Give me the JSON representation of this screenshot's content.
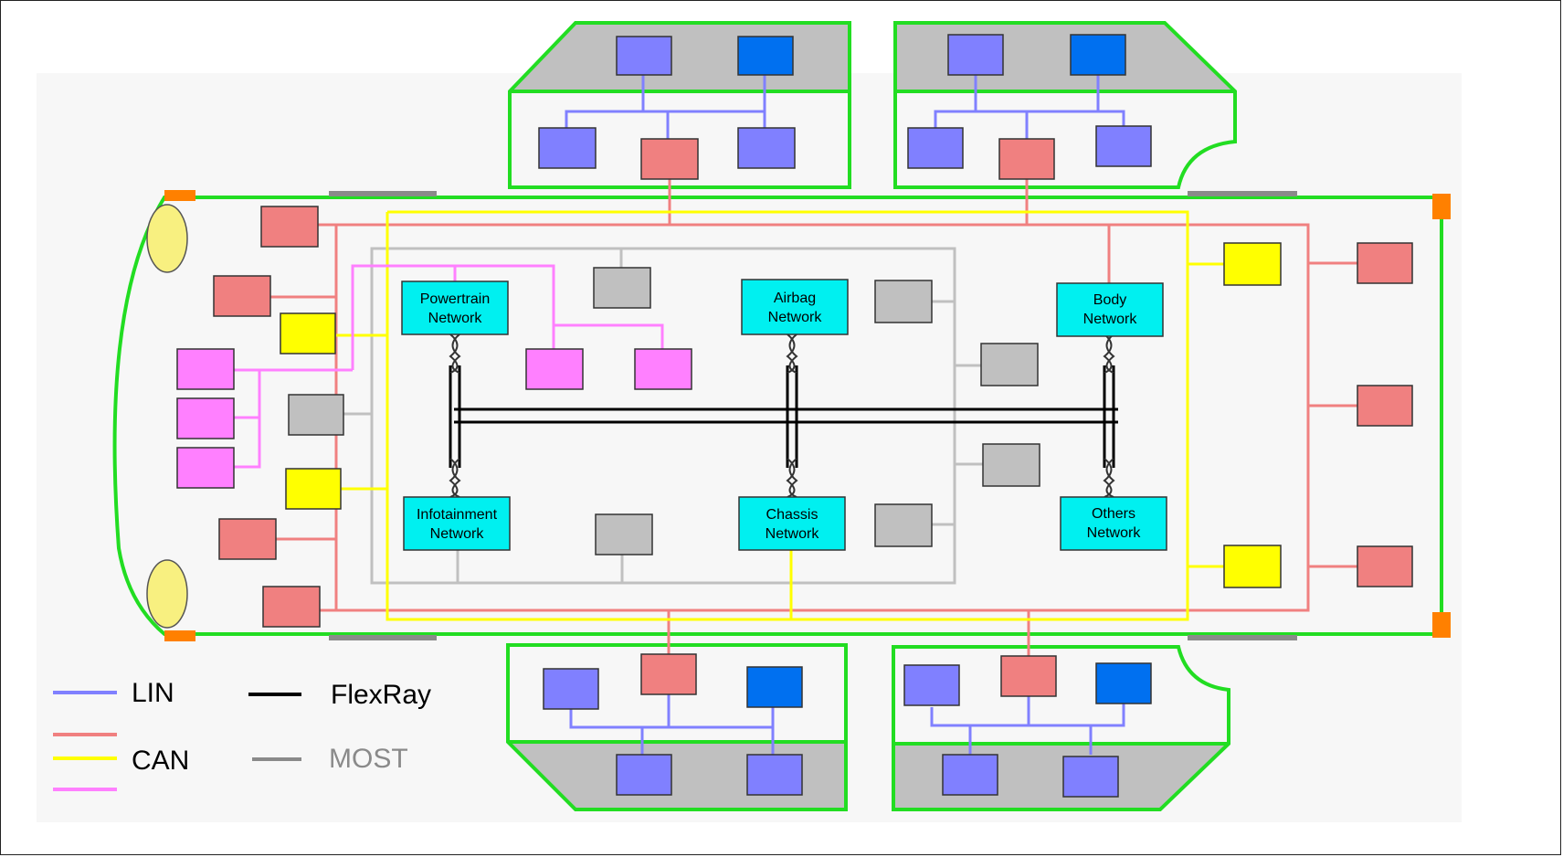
{
  "networks": {
    "powertrain": [
      "Powertrain",
      "Network"
    ],
    "airbag": [
      "Airbag",
      "Network"
    ],
    "body": [
      "Body",
      "Network"
    ],
    "infotainment": [
      "Infotainment",
      "Network"
    ],
    "chassis": [
      "Chassis",
      "Network"
    ],
    "others": [
      "Others",
      "Network"
    ]
  },
  "legend": {
    "lin": "LIN",
    "can": "CAN",
    "flexray": "FlexRay",
    "most": "MOST"
  },
  "colors": {
    "lin": "#8080ff",
    "can_red": "#f08080",
    "can_yellow": "#ffff00",
    "can_magenta": "#ff80ff",
    "flexray": "#000000",
    "most": "#c0c0c0",
    "body_outline": "#22dd22",
    "network_box": "#00f0f0"
  }
}
